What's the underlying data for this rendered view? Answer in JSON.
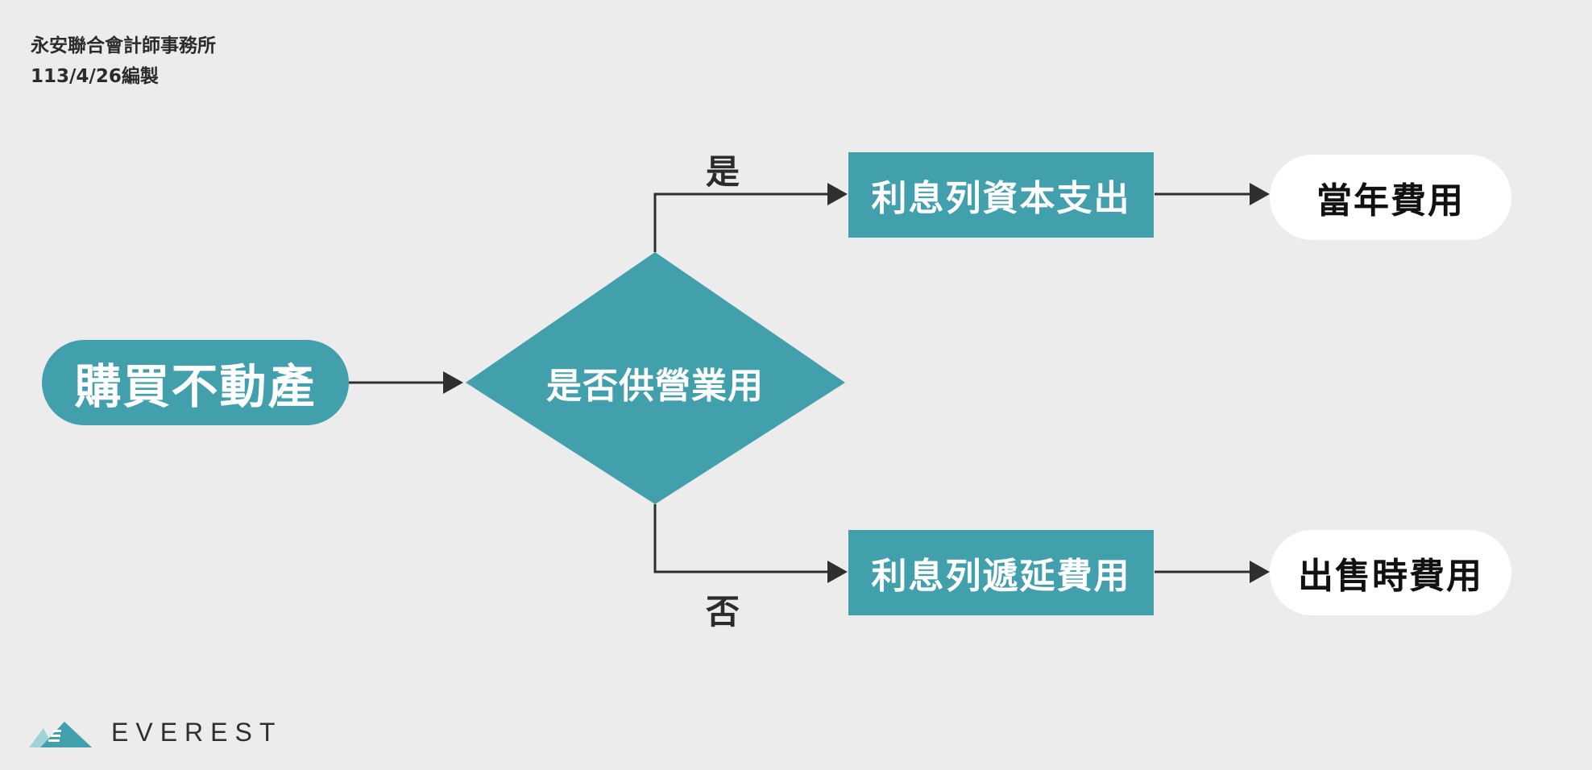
{
  "header": {
    "firm": "永安聯合會計師事務所",
    "date": "113/4/26編製"
  },
  "flowchart": {
    "start": "購買不動產",
    "decision": "是否供營業用",
    "yes_label": "是",
    "no_label": "否",
    "yes_box": "利息列資本支出",
    "no_box": "利息列遞延費用",
    "yes_result": "當年費用",
    "no_result": "出售時費用"
  },
  "logo": {
    "text": "EVEREST",
    "icon": "mountain-icon"
  },
  "colors": {
    "teal": "#42a0ad",
    "background": "#ececec",
    "text_dark": "#2b2b2b",
    "white": "#ffffff"
  }
}
